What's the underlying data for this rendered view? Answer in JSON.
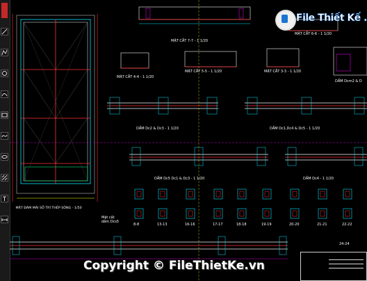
{
  "logo": {
    "text": "File Thiết Kế .vn"
  },
  "copyright": {
    "text": "Copyright © FileThietKe.vn"
  },
  "left_panel": {
    "label": "MẶT ĐÁM MÁI SỐ TRÍ THÉP SÔNG - 1/50"
  },
  "top_labels": {
    "c77": "MẶT CẮT 7-7 - 1 1/20",
    "c66": "MẶT CẮT 6-6 - 1 1/20",
    "c44": "MẶT CẮT 4-4 - 1 1/20",
    "c55": "MẶT CẮT 5-5 - 1 1/20",
    "c33": "MẶT CẮT 3-3 - 1 1/20",
    "dcm": "DẦM Dcm2 & D"
  },
  "beam_labels": {
    "row1": "DẦM Dc2 & Dc3 - 1 1/20",
    "row1b": "DẦM Dc1,Dc4 & Dc5 - 1 1/20",
    "row2": "DẦM Dc5 Dc1 & Dc3 - 1 1/20",
    "row2b": "DẦM Dc4 - 1 1/20"
  },
  "section_labels": [
    "8-8",
    "13-13",
    "16-16",
    "17-17",
    "18-18",
    "19-19",
    "20-20",
    "21-21",
    "22-22"
  ],
  "small_labels": {
    "mat_cat": "Mặt cắt dầm Dcs5",
    "s2424": "24-24"
  },
  "colors": {
    "background": "#000000",
    "white_line": "#f5f5f5",
    "red_line": "#ff3030",
    "cyan_line": "#00e5ff",
    "magenta_line": "#ff00ff",
    "green_line": "#00e676",
    "yellow_line": "#ffff00"
  },
  "toolbar": {
    "icons": [
      "line-tool-icon",
      "polyline-tool-icon",
      "circle-tool-icon",
      "arc-tool-icon",
      "rectangle-tool-icon",
      "spline-tool-icon",
      "ellipse-tool-icon",
      "hatch-tool-icon",
      "text-tool-icon",
      "dimension-tool-icon"
    ]
  }
}
